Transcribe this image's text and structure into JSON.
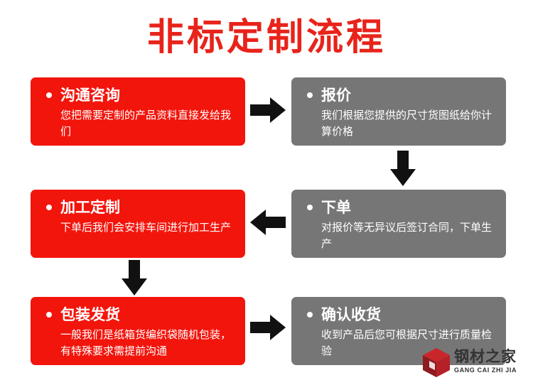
{
  "title": "非标定制流程",
  "steps": [
    {
      "title": "沟通咨询",
      "desc": "您把需要定制的产品资料直接发给我们",
      "color": "#f2150c"
    },
    {
      "title": "报价",
      "desc": "我们根据您提供的尺寸货图纸给你计算价格",
      "color": "#767676"
    },
    {
      "title": "下单",
      "desc": "对报价等无异议后签订合同，下单生产",
      "color": "#767676"
    },
    {
      "title": "加工定制",
      "desc": "下单后我们会安排车间进行加工生产",
      "color": "#f2150c"
    },
    {
      "title": "包装发货",
      "desc": "一般我们是纸箱货编织袋随机包装，有特殊要求需提前沟通",
      "color": "#f2150c"
    },
    {
      "title": "确认收货",
      "desc": "收到产品后您可根据尺寸进行质量检验",
      "color": "#767676"
    }
  ],
  "logo": {
    "name_cn": "钢材之家",
    "name_en": "GANG CAI ZHI JIA"
  }
}
